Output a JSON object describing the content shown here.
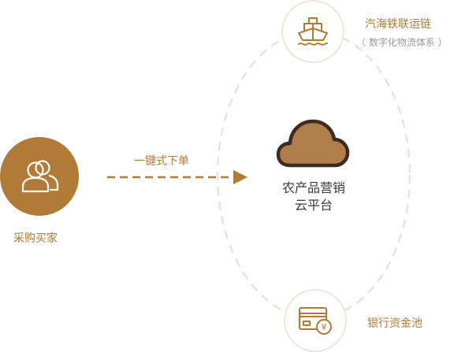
{
  "diagram": {
    "buyer": {
      "label": "采购买家",
      "icon": "users-icon"
    },
    "action": {
      "label": "一键式下单"
    },
    "platform": {
      "line1": "农产品营销",
      "line2": "云平台",
      "icon": "cloud-icon"
    },
    "logistics": {
      "label": "汽海铁联运链",
      "sublabel": "（ 数字化物流体系 ）",
      "icon": "ship-icon"
    },
    "finance": {
      "label": "银行资金池",
      "icon": "bank-card-icon"
    }
  },
  "colors": {
    "brown": "#b27a37",
    "dark_brown": "#3f2a22",
    "cloud_fill": "#b07e4a",
    "dashed_ring": "#ece3d6",
    "text_dark": "#3f3733",
    "text_grey": "#9a9a9a"
  }
}
